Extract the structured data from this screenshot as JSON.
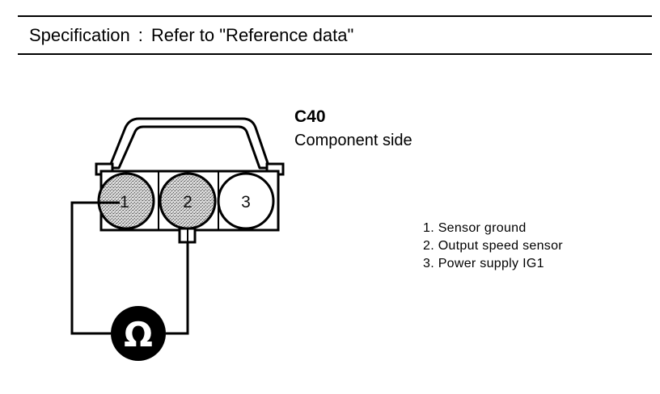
{
  "header": {
    "label": "Specification",
    "separator": ":",
    "value": "Refer to \"Reference data\""
  },
  "connector": {
    "id": "C40",
    "view": "Component side",
    "pins": [
      {
        "number": "1",
        "shaded": true
      },
      {
        "number": "2",
        "shaded": true
      },
      {
        "number": "3",
        "shaded": false
      }
    ]
  },
  "meter": {
    "symbol": "Ω",
    "icon": "ohmmeter-icon"
  },
  "legend": [
    "1. Sensor ground",
    "2. Output speed sensor",
    "3. Power supply IG1"
  ]
}
